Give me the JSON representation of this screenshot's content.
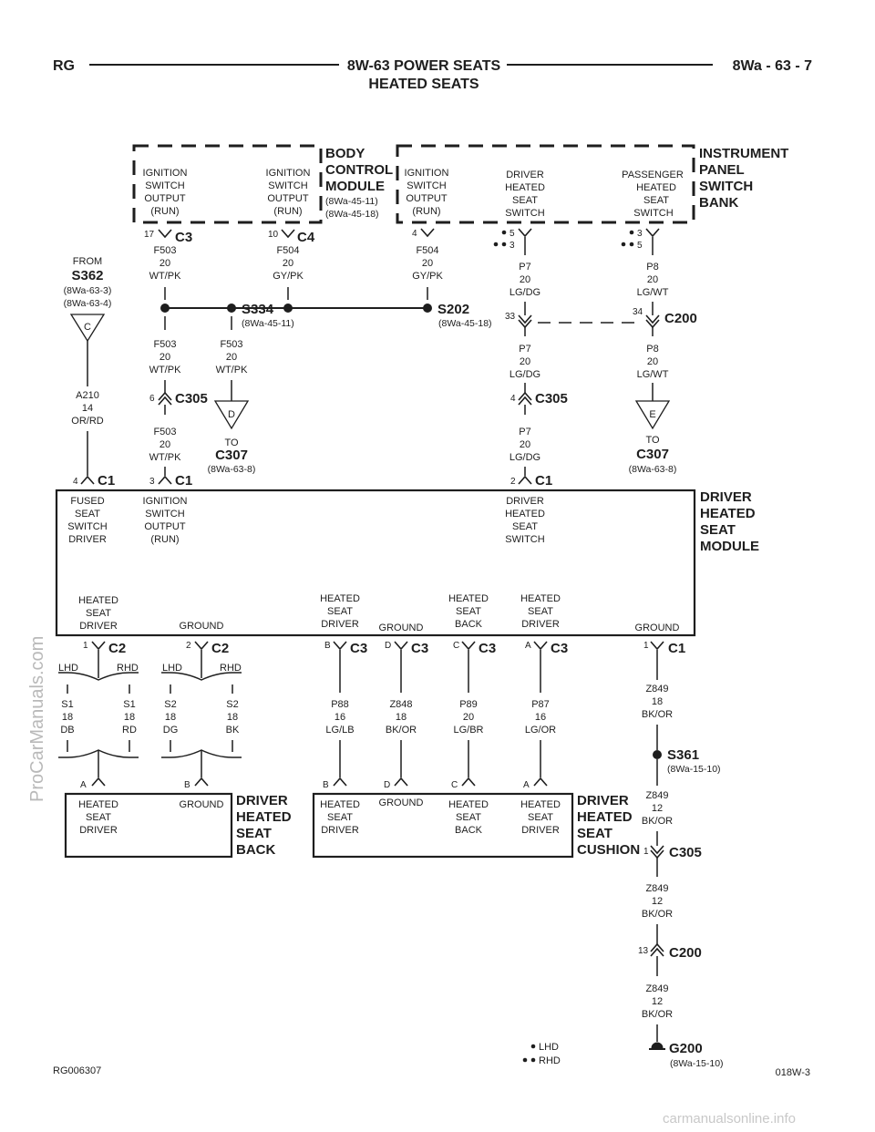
{
  "header": {
    "left": "RG",
    "title_line1": "8W-63 POWER SEATS",
    "title_line2": "HEATED SEATS",
    "right": "8Wa - 63 - 7"
  },
  "footer": {
    "left_code": "RG006307",
    "right_code": "018W-3",
    "legend_lhd": "LHD",
    "legend_rhd": "RHD"
  },
  "watermarks": {
    "vertical": "ProCarManuals.com",
    "bottom": "carmanualsonline.info"
  },
  "modules": {
    "bcm": {
      "title_lines": [
        "BODY",
        "CONTROL",
        "MODULE"
      ],
      "refs": [
        "(8Wa-45-11)",
        "(8Wa-45-18)"
      ],
      "left_function": [
        "IGNITION",
        "SWITCH",
        "OUTPUT",
        "(RUN)"
      ],
      "right_function": [
        "IGNITION",
        "SWITCH",
        "OUTPUT",
        "(RUN)"
      ]
    },
    "ipsb": {
      "title_lines": [
        "INSTRUMENT",
        "PANEL",
        "SWITCH",
        "BANK"
      ],
      "func1": [
        "IGNITION",
        "SWITCH",
        "OUTPUT",
        "(RUN)"
      ],
      "func2": [
        "DRIVER",
        "HEATED",
        "SEAT",
        "SWITCH"
      ],
      "func3": [
        "PASSENGER",
        "HEATED",
        "SEAT",
        "SWITCH"
      ]
    },
    "dhsm": {
      "title_lines": [
        "DRIVER",
        "HEATED",
        "SEAT",
        "MODULE"
      ],
      "top_func1": [
        "FUSED",
        "SEAT",
        "SWITCH",
        "DRIVER"
      ],
      "top_func2": [
        "IGNITION",
        "SWITCH",
        "OUTPUT",
        "(RUN)"
      ],
      "top_func3": [
        "DRIVER",
        "HEATED",
        "SEAT",
        "SWITCH"
      ],
      "bottom_funcs": [
        [
          "HEATED",
          "SEAT",
          "DRIVER"
        ],
        [
          "GROUND"
        ],
        [
          "HEATED",
          "SEAT",
          "DRIVER"
        ],
        [
          "GROUND"
        ],
        [
          "HEATED",
          "SEAT",
          "BACK"
        ],
        [
          "HEATED",
          "SEAT",
          "DRIVER"
        ],
        [
          "GROUND"
        ]
      ]
    },
    "back": {
      "title_lines": [
        "DRIVER",
        "HEATED",
        "SEAT",
        "BACK"
      ],
      "func_a": [
        "HEATED",
        "SEAT",
        "DRIVER"
      ],
      "func_b": [
        "GROUND"
      ]
    },
    "cushion": {
      "title_lines": [
        "DRIVER",
        "HEATED",
        "SEAT",
        "CUSHION"
      ],
      "func_b": [
        "HEATED",
        "SEAT",
        "DRIVER"
      ],
      "func_d": [
        "GROUND"
      ],
      "func_c": [
        "HEATED",
        "SEAT",
        "BACK"
      ],
      "func_a": [
        "HEATED",
        "SEAT",
        "DRIVER"
      ]
    }
  },
  "source": {
    "from": "FROM",
    "splice": "S362",
    "refs": [
      "(8Wa-63-3)",
      "(8Wa-63-4)"
    ],
    "letter_c": "C",
    "wire": [
      "A210",
      "14",
      "OR/RD"
    ]
  },
  "connectors": {
    "bcm_c3": {
      "pin": "17",
      "name": "C3"
    },
    "bcm_c4": {
      "pin": "10",
      "name": "C4"
    },
    "ipsb_pin4": "4",
    "ipsb_p7_pins": [
      "5",
      "3"
    ],
    "ipsb_p8_pins": [
      "3",
      "5"
    ],
    "c200_top": {
      "pin_left": "33",
      "pin_right": "34",
      "name": "C200"
    },
    "c305_left": {
      "pin": "6",
      "name": "C305"
    },
    "c305_mid": {
      "pin": "4",
      "name": "C305"
    },
    "dhsm_c1_a": {
      "pin": "4",
      "name": "C1"
    },
    "dhsm_c1_b": {
      "pin": "3",
      "name": "C1"
    },
    "dhsm_c1_c": {
      "pin": "2",
      "name": "C1"
    },
    "bottom": [
      {
        "pin": "1",
        "name": "C2"
      },
      {
        "pin": "2",
        "name": "C2"
      },
      {
        "pin": "B",
        "name": "C3"
      },
      {
        "pin": "D",
        "name": "C3"
      },
      {
        "pin": "C",
        "name": "C3"
      },
      {
        "pin": "A",
        "name": "C3"
      },
      {
        "pin": "1",
        "name": "C1"
      }
    ],
    "back_pins": [
      "A",
      "B"
    ],
    "cushion_pins": [
      "B",
      "D",
      "C",
      "A"
    ],
    "c305_low": {
      "pin": "1",
      "name": "C305"
    },
    "c200_low": {
      "pin": "13",
      "name": "C200"
    }
  },
  "splices": {
    "s334": {
      "name": "S334",
      "ref": "(8Wa-45-11)"
    },
    "s202": {
      "name": "S202",
      "ref": "(8Wa-45-18)"
    },
    "s361": {
      "name": "S361",
      "ref": "(8Wa-15-10)"
    },
    "g200": {
      "name": "G200",
      "ref": "(8Wa-15-10)"
    }
  },
  "to_c307_left": {
    "letter": "D",
    "to": "TO",
    "name": "C307",
    "ref": "(8Wa-63-8)"
  },
  "to_c307_right": {
    "letter": "E",
    "to": "TO",
    "name": "C307",
    "ref": "(8Wa-63-8)"
  },
  "wires": {
    "f503_top": [
      "F503",
      "20",
      "WT/PK"
    ],
    "f504_bcm": [
      "F504",
      "20",
      "GY/PK"
    ],
    "f504_ipsb": [
      "F504",
      "20",
      "GY/PK"
    ],
    "p7_top": [
      "P7",
      "20",
      "LG/DG"
    ],
    "p8_top": [
      "P8",
      "20",
      "LG/WT"
    ],
    "f503_mid": [
      "F503",
      "20",
      "WT/PK"
    ],
    "f503_s334": [
      "F503",
      "20",
      "WT/PK"
    ],
    "p7_mid": [
      "P7",
      "20",
      "LG/DG"
    ],
    "p8_mid": [
      "P8",
      "20",
      "LG/WT"
    ],
    "f503_low": [
      "F503",
      "20",
      "WT/PK"
    ],
    "p7_low": [
      "P7",
      "20",
      "LG/DG"
    ],
    "s1_lhd": [
      "S1",
      "18",
      "DB"
    ],
    "s1_rhd": [
      "S1",
      "18",
      "RD"
    ],
    "s2_lhd": [
      "S2",
      "18",
      "DG"
    ],
    "s2_rhd": [
      "S2",
      "18",
      "BK"
    ],
    "p88": [
      "P88",
      "16",
      "LG/LB"
    ],
    "z848": [
      "Z848",
      "18",
      "BK/OR"
    ],
    "p89": [
      "P89",
      "20",
      "LG/BR"
    ],
    "p87": [
      "P87",
      "16",
      "LG/OR"
    ],
    "z849_18": [
      "Z849",
      "18",
      "BK/OR"
    ],
    "z849_a": [
      "Z849",
      "12",
      "BK/OR"
    ],
    "z849_b": [
      "Z849",
      "12",
      "BK/OR"
    ],
    "z849_c": [
      "Z849",
      "12",
      "BK/OR"
    ]
  },
  "lhd_rhd": {
    "lhd": "LHD",
    "rhd": "RHD"
  }
}
